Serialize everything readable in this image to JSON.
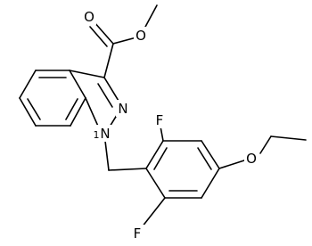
{
  "molecule": {
    "atoms": {
      "carbonyl_O": "O",
      "ester_O": "O",
      "N2": "N",
      "N1": "N",
      "N1_locant": "1",
      "F_top": "F",
      "F_bottom": "F",
      "ether_O": "O"
    }
  },
  "colors": {
    "bond": "#000000",
    "text": "#000000",
    "background": "#ffffff"
  }
}
